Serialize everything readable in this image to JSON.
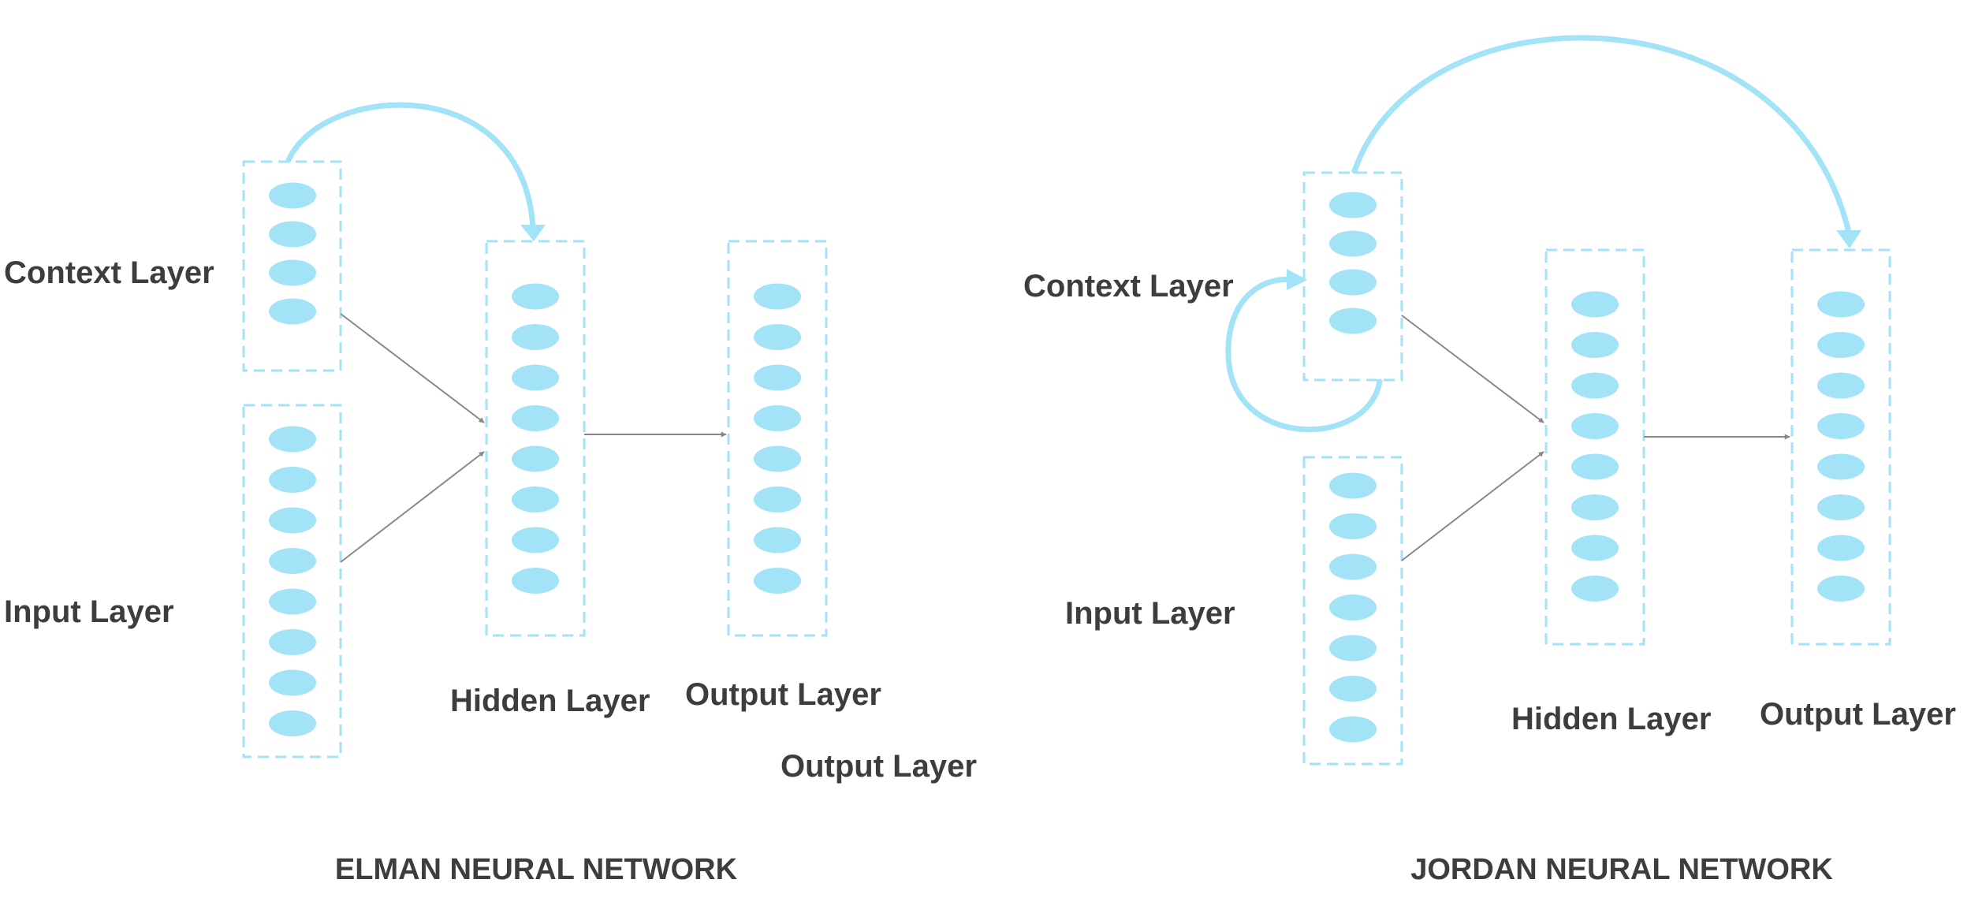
{
  "colors": {
    "node": "#a2e3f8",
    "layer_border": "#a2e3f8",
    "recurrent_arrow": "#a2e3f8",
    "connection_arrow": "#888888",
    "text": "#3d3d3d"
  },
  "elman": {
    "caption": "ELMAN NEURAL NETWORK",
    "context_label": "Context Layer",
    "input_label": "Input Layer",
    "hidden_label": "Hidden Layer",
    "output_label": "Output Layer",
    "output_label_duplicate": "Output Layer",
    "context_nodes": 4,
    "input_nodes": 8,
    "hidden_nodes": 8,
    "output_nodes": 8
  },
  "jordan": {
    "caption": "JORDAN NEURAL NETWORK",
    "context_label": "Context Layer",
    "input_label": "Input Layer",
    "hidden_label": "Hidden Layer",
    "output_label": "Output Layer",
    "context_nodes": 4,
    "input_nodes": 7,
    "hidden_nodes": 8,
    "output_nodes": 8
  }
}
